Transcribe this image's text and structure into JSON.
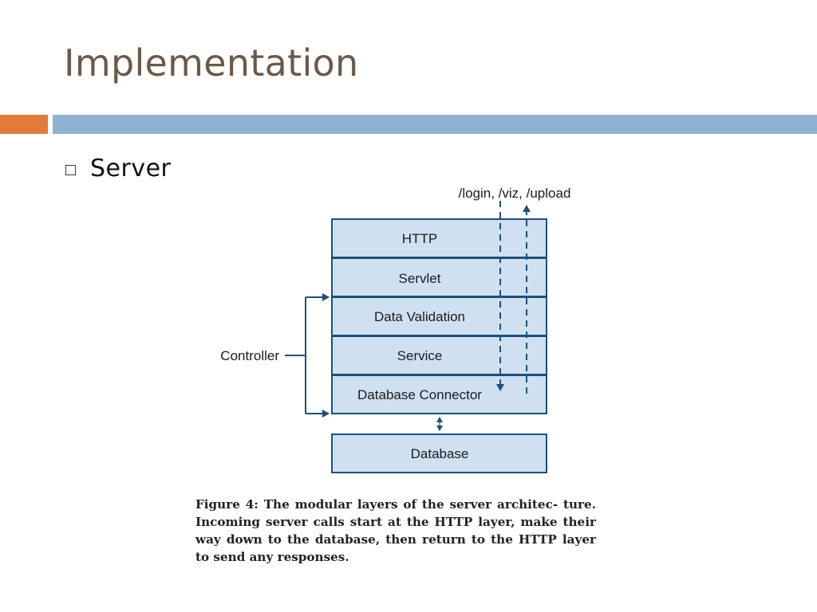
{
  "slide": {
    "title": "Implementation",
    "bullet": "Server",
    "accent_colors": {
      "title": "#6b5a48",
      "orange_bar": "#e07b39",
      "blue_bar": "#8fb2d3"
    }
  },
  "diagram": {
    "colors": {
      "box_fill": "#cfe0f1",
      "box_stroke": "#1e4f7a",
      "arrow": "#1e4f7a"
    },
    "request_label": "/login, /viz, /upload",
    "layers": [
      "HTTP",
      "Servlet",
      "Data Validation",
      "Service",
      "Database Connector"
    ],
    "database": "Database",
    "controller_label": "Controller"
  },
  "caption": "Figure 4: The modular layers of the server architec- ture. Incoming server calls start at the HTTP layer, make their way down to the database, then return to the HTTP layer to send any responses."
}
